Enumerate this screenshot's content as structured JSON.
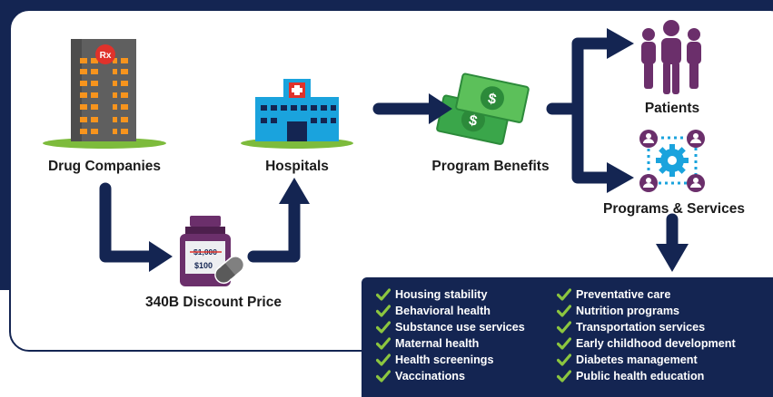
{
  "labels": {
    "drug_companies": "Drug Companies",
    "hospitals": "Hospitals",
    "program_benefits": "Program Benefits",
    "patients": "Patients",
    "programs_services": "Programs & Services",
    "discount_price": "340B Discount Price"
  },
  "icons": {
    "building_badge": "Rx",
    "bottle_old_price": "$1,000",
    "bottle_new_price": "$100",
    "money_symbol": "$"
  },
  "services_left": [
    "Housing stability",
    "Behavioral health",
    "Substance use services",
    "Maternal health",
    "Health screenings",
    "Vaccinations"
  ],
  "services_right": [
    "Preventative care",
    "Nutrition programs",
    "Transportation services",
    "Early childhood development",
    "Diabetes management",
    "Public health education"
  ],
  "colors": {
    "navy": "#142552",
    "check_green": "#8cc63f",
    "purple": "#6b2f6b",
    "gear_blue": "#1aa3dd",
    "red": "#e0322b",
    "money_green": "#3aa64a",
    "grass_green": "#7dbb3c"
  }
}
